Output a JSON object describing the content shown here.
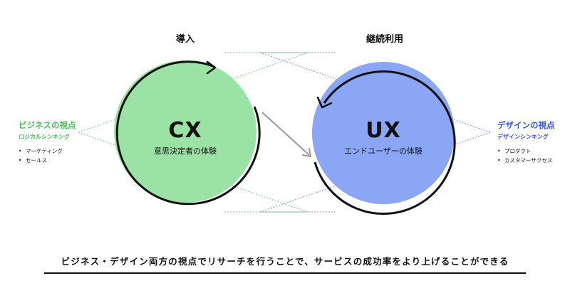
{
  "phases": {
    "intro": "導入",
    "continued": "継続利用"
  },
  "cx": {
    "title": "CX",
    "subtitle": "意思決定者の体験",
    "color": "#9be3a4"
  },
  "ux": {
    "title": "UX",
    "subtitle": "エンドユーザーの体験",
    "color": "#8aa6f4"
  },
  "left_panel": {
    "title": "ビジネスの視点",
    "subtitle": "ロジカルシンキング",
    "color": "#4cbf59",
    "items": [
      "マーケティング",
      "セールス"
    ]
  },
  "right_panel": {
    "title": "デザインの視点",
    "subtitle": "デザインシンキング",
    "color": "#3554e0",
    "items": [
      "プロダクト",
      "カスタマーサクセス"
    ]
  },
  "bottom": {
    "text": "ビジネス・デザイン両方の視点でリサーチを行うことで、サービスの成功率をより上げることができる"
  },
  "colors": {
    "arrow": "#999999",
    "dotted_green": "#7fcf8a",
    "dotted_blue": "#7d8ff0",
    "stroke": "#111111"
  }
}
